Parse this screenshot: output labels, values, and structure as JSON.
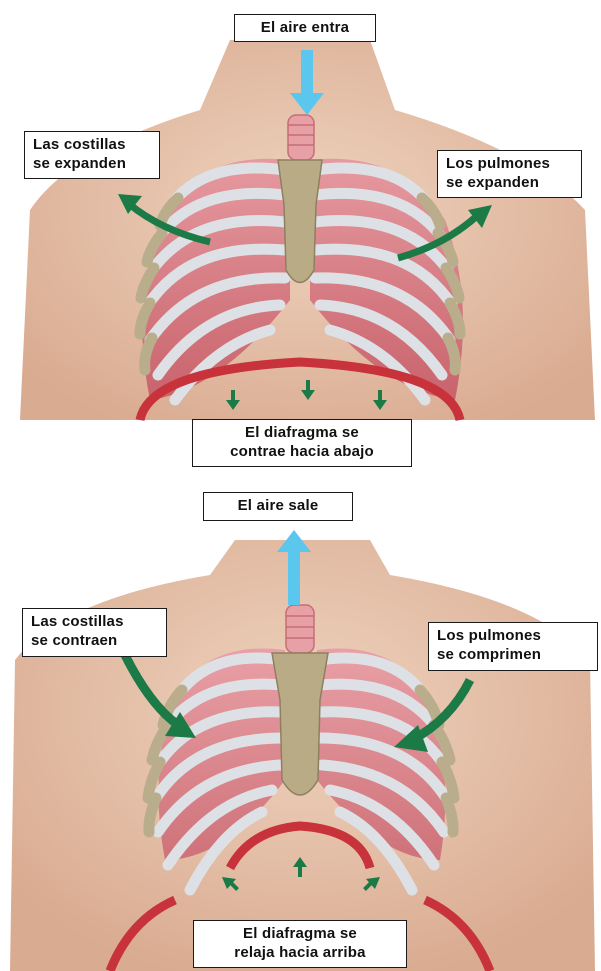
{
  "inhalation": {
    "air_label": "El aire entra",
    "ribs_label": "Las costillas\nse expanden",
    "lungs_label": "Los pulmones\nse expanden",
    "diaphragm_label": "El diafragma se\ncontrae hacia abajo"
  },
  "exhalation": {
    "air_label": "El aire sale",
    "ribs_label": "Las costillas\nse contraen",
    "lungs_label": "Los pulmones\nse comprimen",
    "diaphragm_label": "El diafragma se\nrelaja hacia arriba"
  },
  "colors": {
    "air_arrow": "#5bc6ee",
    "movement_arrow": "#1b7a45",
    "skin": "#e6c2aa",
    "lung": "#d9838a",
    "rib": "#d8dce0",
    "sternum": "#b8ab86",
    "diaphragm": "#c8323a"
  }
}
